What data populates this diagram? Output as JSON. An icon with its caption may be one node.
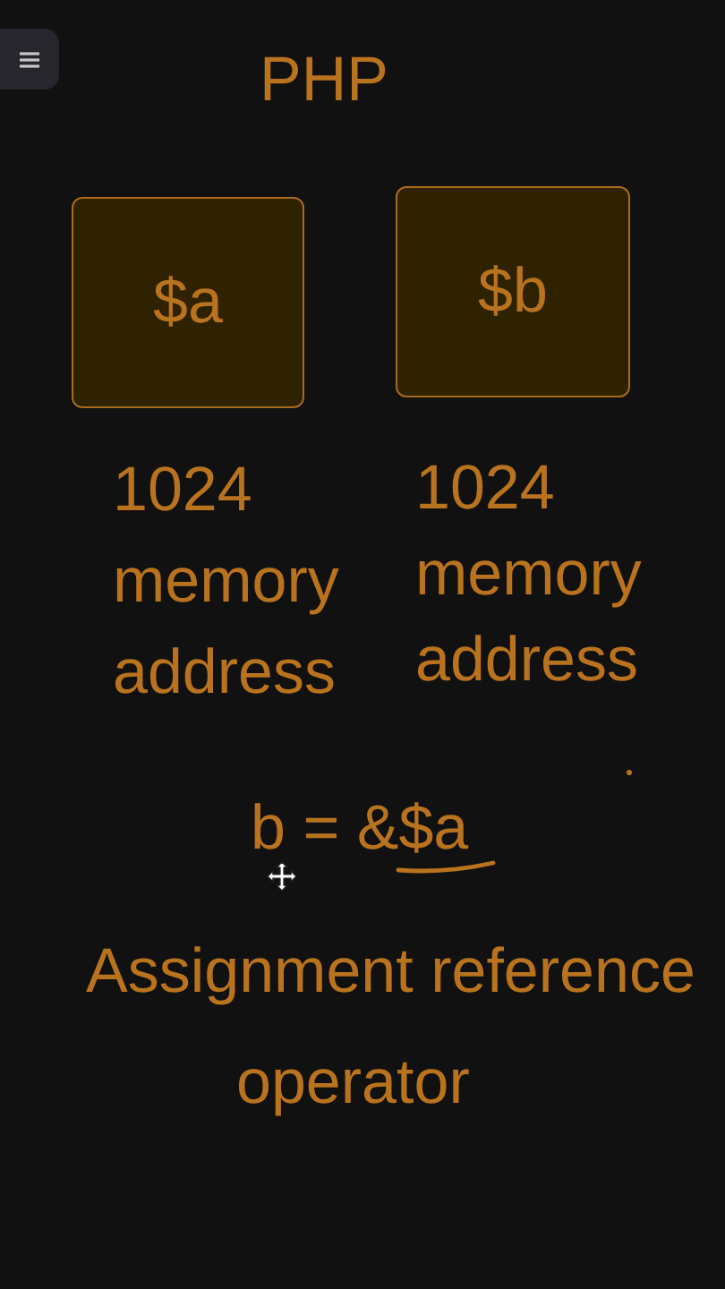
{
  "diagram": {
    "title": "PHP",
    "nodes": [
      {
        "text": [
          "$a"
        ],
        "beside": [
          "1024 memory address"
        ]
      },
      {
        "text": [
          "$b"
        ],
        "beside": [
          "1024 memory address"
        ]
      }
    ],
    "labels": [
      "b = &$a",
      "Assignment reference operator"
    ]
  }
}
